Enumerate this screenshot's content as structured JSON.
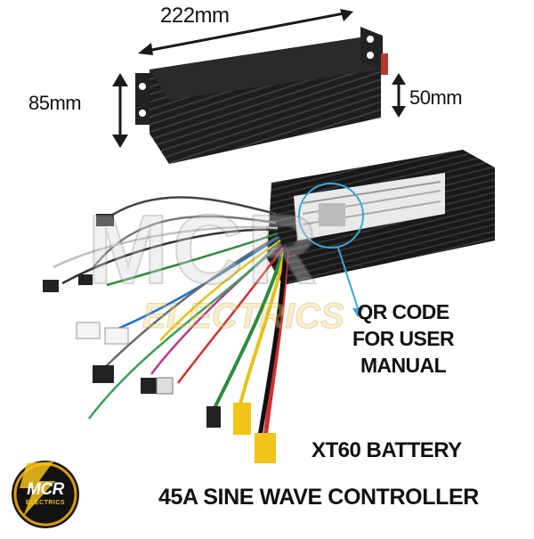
{
  "dimensions": {
    "width": "222mm",
    "height": "85mm",
    "depth": "50mm"
  },
  "callouts": {
    "qr_line1": "QR CODE",
    "qr_line2": "FOR USER",
    "qr_line3": "MANUAL",
    "battery_connector": "XT60 BATTERY"
  },
  "watermark": {
    "line1": "MCR",
    "line2": "ELECTRICS"
  },
  "logo": {
    "line1": "MCR",
    "line2": "ELECTRICS"
  },
  "product_title": "45A SINE WAVE CONTROLLER",
  "colors": {
    "controller_body": "#1b1b1b",
    "arrow": "#1a1a1a",
    "qr_highlight": "#3aa7d8",
    "connector_yellow": "#f0c419",
    "logo_gold": "#f4c21a"
  }
}
